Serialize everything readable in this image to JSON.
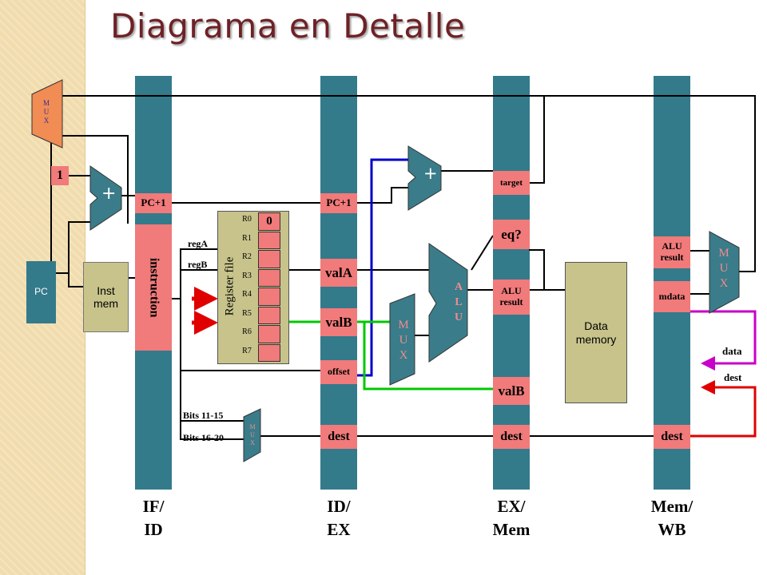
{
  "title": "Diagrama en Detalle",
  "pipeline_registers": [
    {
      "label_line1": "IF/",
      "label_line2": "ID"
    },
    {
      "label_line1": "ID/",
      "label_line2": "EX"
    },
    {
      "label_line1": "EX/",
      "label_line2": "Mem"
    },
    {
      "label_line1": "Mem/",
      "label_line2": "WB"
    }
  ],
  "if_id": {
    "pc_plus1": "PC+1",
    "instruction": "instruction"
  },
  "id_ex": {
    "pc_plus1": "PC+1",
    "val_a": "valA",
    "val_b": "valB",
    "offset": "offset",
    "dest": "dest"
  },
  "ex_mem": {
    "target": "target",
    "eq": "eq?",
    "alu_result_line1": "ALU",
    "alu_result_line2": "result",
    "val_b": "valB",
    "dest": "dest"
  },
  "mem_wb": {
    "alu_result_line1": "ALU",
    "alu_result_line2": "result",
    "mdata": "mdata",
    "dest": "dest"
  },
  "fetch": {
    "constant_one": "1",
    "adder_symbol": "+",
    "pc": "PC",
    "inst_mem_line1": "Inst",
    "inst_mem_line2": "mem"
  },
  "decode": {
    "register_file_label": "Register file",
    "registers": [
      "R0",
      "R1",
      "R2",
      "R3",
      "R4",
      "R5",
      "R6",
      "R7"
    ],
    "r0_value": "0",
    "reg_a": "regA",
    "reg_b": "regB",
    "bits_11_15": "Bits 11-15",
    "bits_16_20": "Bits 16-20"
  },
  "execute": {
    "adder_symbol": "+",
    "alu": [
      "A",
      "L",
      "U"
    ],
    "mux": [
      "M",
      "U",
      "X"
    ]
  },
  "memory": {
    "data_memory_line1": "Data",
    "data_memory_line2": "memory"
  },
  "writeback": {
    "mux": [
      "M",
      "U",
      "X"
    ],
    "data": "data",
    "dest": "dest"
  },
  "small_mux": [
    "M",
    "U",
    "X"
  ],
  "colors": {
    "title": "#6e2126",
    "pipeline_register": "#337a8b",
    "field": "#f17a7a",
    "unit": "#c7c38b",
    "mux": "#3a7c8a",
    "fetch_mux": "#f08c54",
    "wire_blue": "#0000c8",
    "wire_green": "#00c800",
    "wire_magenta": "#c800c8",
    "wire_red": "#e00000",
    "strip": "#f1dcae"
  }
}
